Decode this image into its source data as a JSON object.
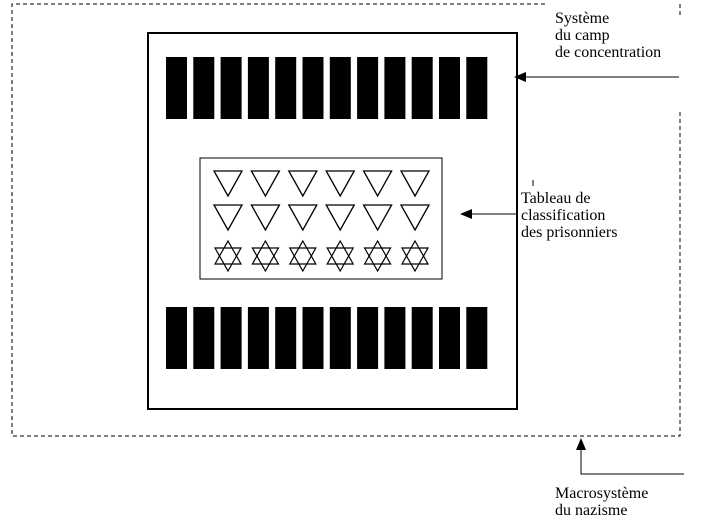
{
  "labels": {
    "camp_system": "Système\ndu camp\nde concentration",
    "classification_table": "Tableau de\nclassification\ndes prisonniers",
    "macro_system": "Macrosystème\ndu nazisme"
  },
  "classification_table": {
    "rows": [
      {
        "symbol": "inverted-triangle-icon",
        "count": 6
      },
      {
        "symbol": "inverted-triangle-icon",
        "count": 6
      },
      {
        "symbol": "star-of-david-icon",
        "count": 6
      }
    ]
  },
  "barracks": {
    "top_row_count": 12,
    "bottom_row_count": 12
  },
  "colors": {
    "ink": "#000000",
    "background": "#ffffff"
  }
}
